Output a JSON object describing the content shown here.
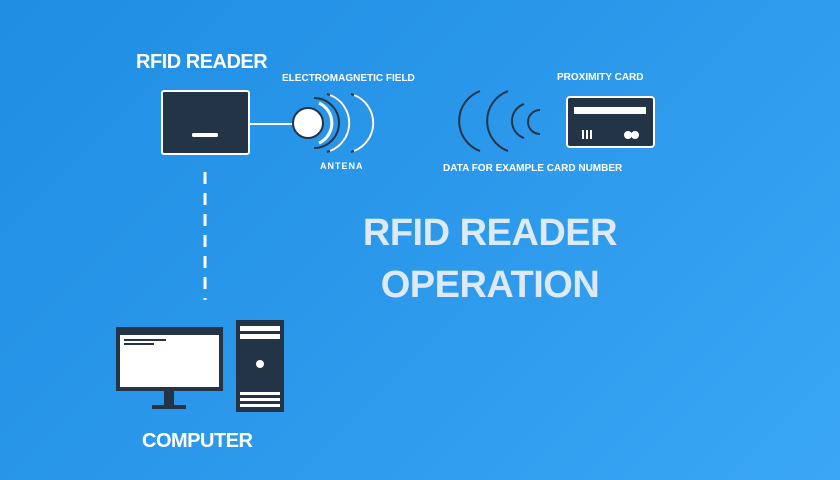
{
  "labels": {
    "reader": "RFID READER",
    "field": "ELECTROMAGNETIC FIELD",
    "antenna": "ANTENA",
    "proximity_card": "PROXIMITY CARD",
    "data": "DATA FOR EXAMPLE CARD NUMBER",
    "computer": "COMPUTER"
  },
  "headline": {
    "line1": "RFID READER",
    "line2": "OPERATION"
  },
  "icons": [
    "rfid-reader-icon",
    "antenna-icon",
    "signal-waves-icon",
    "proximity-card-icon",
    "monitor-icon",
    "computer-tower-icon"
  ],
  "colors": {
    "background_start": "#1f8ee3",
    "background_end": "#3aa6f5",
    "device_fill": "#243447",
    "outline": "#ffffff",
    "headline_text": "#dde9f5"
  }
}
